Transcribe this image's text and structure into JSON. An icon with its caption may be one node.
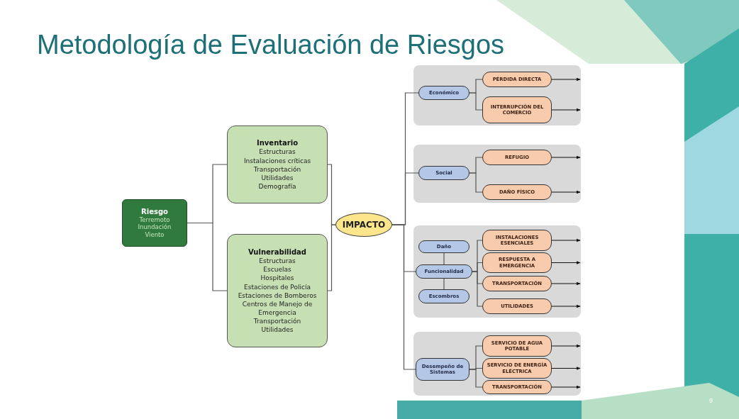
{
  "diagram": {
    "title": "Metodología de Evaluación de Riesgos",
    "nodes": [
      {
        "text": [
          "Riesgo",
          "Terremoto",
          "Inundación",
          "Viento"
        ]
      },
      {
        "text": [
          "Inventario",
          "Estructuras",
          "Instalaciones críticas",
          "Transportación",
          "Utilidades",
          "Demografía"
        ]
      },
      {
        "text": [
          "Vulnerabilidad",
          "Estructuras",
          "Escuelas",
          "Hospitales",
          "Estaciones de Policía",
          "Estaciones de Bomberos",
          "Centros de Manejo de Emergencia",
          "Transportación",
          "Utilidades"
        ]
      },
      {
        "text": [
          "IMPACTO"
        ]
      },
      {
        "text": [],
        "shape": "box"
      },
      {
        "text": [
          "Económico"
        ],
        "in": 4
      },
      {
        "text": [
          "PÉRDIDA DIRECTA"
        ],
        "in": 4
      },
      {
        "text": [
          "INTERRUPCIÓN DEL COMERCIO"
        ],
        "in": 4
      },
      {
        "text": [],
        "shape": "box"
      },
      {
        "text": [
          "Social"
        ],
        "in": 8
      },
      {
        "text": [
          "REFUGIO"
        ],
        "in": 8
      },
      {
        "text": [
          "DAÑO FÍSICO"
        ],
        "in": 8
      },
      {
        "text": [],
        "shape": "box"
      },
      {
        "text": [
          "Daño"
        ],
        "in": 12
      },
      {
        "text": [
          "Funcionalidad"
        ],
        "in": 12
      },
      {
        "text": [
          "Escombros"
        ],
        "in": 12
      },
      {
        "text": [
          "INSTALACIONES ESENCIALES"
        ],
        "in": 12
      },
      {
        "text": [
          "RESPUESTA A EMERGENCIA"
        ],
        "in": 12
      },
      {
        "text": [
          "TRANSPORTACIÓN"
        ],
        "in": 12
      },
      {
        "text": [
          "UTILIDADES"
        ],
        "in": 12
      },
      {
        "text": [],
        "shape": "box"
      },
      {
        "text": [
          "Desempeño de Sistemas"
        ],
        "in": 20
      },
      {
        "text": [
          "SERVICIO DE AGUA POTABLE"
        ],
        "in": 20
      },
      {
        "text": [
          "SERVICIO DE ENERGÍA ELÉCTRICA"
        ],
        "in": 20
      },
      {
        "text": [
          "TRANSPORTACIÓN"
        ],
        "in": 20
      }
    ],
    "edges": [
      {
        "from": 0,
        "to": 1,
        "arrow": "none"
      },
      {
        "from": 0,
        "to": 2,
        "arrow": "none"
      },
      {
        "from": 1,
        "to": 3,
        "arrow": "none"
      },
      {
        "from": 2,
        "to": 3,
        "arrow": "none"
      },
      {
        "from": 3,
        "to": 5,
        "arrow": "none"
      },
      {
        "from": 3,
        "to": 9,
        "arrow": "none"
      },
      {
        "from": 3,
        "to": 14,
        "arrow": "none"
      },
      {
        "from": 3,
        "to": 21,
        "arrow": "none"
      },
      {
        "from": 5,
        "to": 6,
        "arrow": "none"
      },
      {
        "from": 5,
        "to": 7,
        "arrow": "none"
      },
      {
        "from": 9,
        "to": 10,
        "arrow": "none"
      },
      {
        "from": 9,
        "to": 11,
        "arrow": "none"
      },
      {
        "from": 13,
        "to": 14,
        "arrow": "none"
      },
      {
        "from": 14,
        "to": 15,
        "arrow": "none"
      },
      {
        "from": 14,
        "to": 16,
        "arrow": "none"
      },
      {
        "from": 14,
        "to": 17,
        "arrow": "none"
      },
      {
        "from": 14,
        "to": 18,
        "arrow": "none"
      },
      {
        "from": 14,
        "to": 19,
        "arrow": "none"
      },
      {
        "from": 21,
        "to": 22,
        "arrow": "none"
      },
      {
        "from": 21,
        "to": 23,
        "arrow": "none"
      },
      {
        "from": 21,
        "to": 24,
        "arrow": "none"
      },
      {
        "from": 6,
        "to": null,
        "arrow": "to"
      },
      {
        "from": 7,
        "to": null,
        "arrow": "to"
      },
      {
        "from": 10,
        "to": null,
        "arrow": "to"
      },
      {
        "from": 11,
        "to": null,
        "arrow": "to"
      },
      {
        "from": 16,
        "to": null,
        "arrow": "to"
      },
      {
        "from": 17,
        "to": null,
        "arrow": "to"
      },
      {
        "from": 18,
        "to": null,
        "arrow": "to"
      },
      {
        "from": 19,
        "to": null,
        "arrow": "to"
      },
      {
        "from": 22,
        "to": null,
        "arrow": "to"
      },
      {
        "from": 23,
        "to": null,
        "arrow": "to"
      },
      {
        "from": 24,
        "to": null,
        "arrow": "to"
      }
    ],
    "labels": [
      "9"
    ]
  }
}
